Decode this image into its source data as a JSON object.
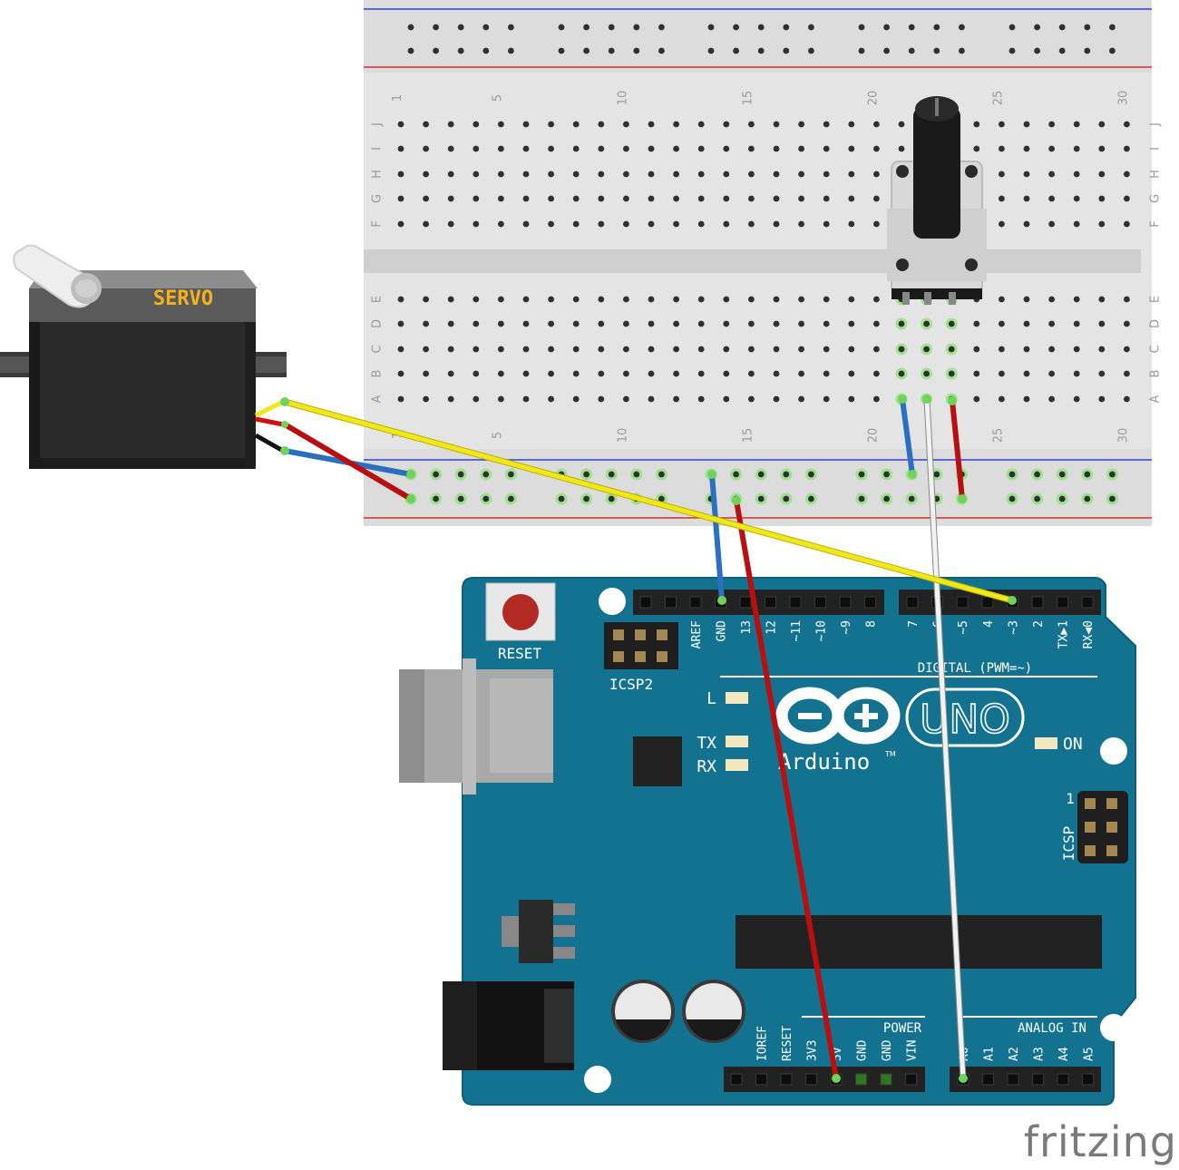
{
  "brand": {
    "watermark": "fritzing"
  },
  "servo": {
    "label": "SERVO"
  },
  "breadboard": {
    "column_numbers": [
      "1",
      "5",
      "10",
      "15",
      "20",
      "25",
      "30"
    ],
    "row_letters_top": [
      "J",
      "I",
      "H",
      "G",
      "F"
    ],
    "row_letters_bottom": [
      "E",
      "D",
      "C",
      "B",
      "A"
    ]
  },
  "arduino": {
    "reset_label": "RESET",
    "icsp2_label": "ICSP2",
    "icsp_label": "ICSP",
    "icsp_pin1": "1",
    "logo_text": "Arduino",
    "tm": "TM",
    "model": "UNO",
    "led_l": "L",
    "led_tx": "TX",
    "led_rx": "RX",
    "led_on": "ON",
    "digital_label": "DIGITAL (PWM=~)",
    "digital_pins": [
      "AREF",
      "GND",
      "13",
      "12",
      "~11",
      "~10",
      "~9",
      "8",
      "7",
      "~6",
      "~5",
      "4",
      "~3",
      "2",
      "TX▶1",
      "RX◀0"
    ],
    "power_label": "POWER",
    "power_pins": [
      "IOREF",
      "RESET",
      "3V3",
      "5V",
      "GND",
      "GND",
      "VIN"
    ],
    "analog_label": "ANALOG IN",
    "analog_pins": [
      "A0",
      "A1",
      "A2",
      "A3",
      "A4",
      "A5"
    ]
  },
  "colors": {
    "board": "#13728f",
    "board_dark": "#0e5f77",
    "breadboard": "#e3e3e3",
    "wire_red": "#b81010",
    "wire_blue": "#2a6fc0",
    "wire_yellow": "#f0e81c",
    "wire_white": "#f2f2f2",
    "rail_blue": "#3040d0",
    "rail_red": "#d03030",
    "servo_label": "#f5b21a"
  }
}
